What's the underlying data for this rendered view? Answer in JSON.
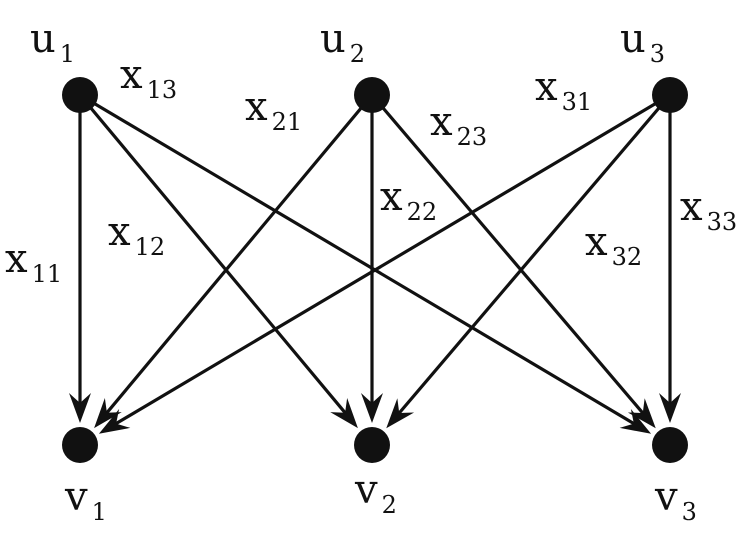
{
  "nodes": {
    "u1": {
      "name": "u",
      "sub": "1"
    },
    "u2": {
      "name": "u",
      "sub": "2"
    },
    "u3": {
      "name": "u",
      "sub": "3"
    },
    "v1": {
      "name": "v",
      "sub": "1"
    },
    "v2": {
      "name": "v",
      "sub": "2"
    },
    "v3": {
      "name": "v",
      "sub": "3"
    }
  },
  "edges": [
    {
      "from": "u1",
      "to": "v1",
      "label": "x",
      "sub": "11"
    },
    {
      "from": "u1",
      "to": "v2",
      "label": "x",
      "sub": "12"
    },
    {
      "from": "u1",
      "to": "v3",
      "label": "x",
      "sub": "13"
    },
    {
      "from": "u2",
      "to": "v1",
      "label": "x",
      "sub": "21"
    },
    {
      "from": "u2",
      "to": "v2",
      "label": "x",
      "sub": "22"
    },
    {
      "from": "u2",
      "to": "v3",
      "label": "x",
      "sub": "23"
    },
    {
      "from": "u3",
      "to": "v1",
      "label": "x",
      "sub": "31"
    },
    {
      "from": "u3",
      "to": "v2",
      "label": "x",
      "sub": "32"
    },
    {
      "from": "u3",
      "to": "v3",
      "label": "x",
      "sub": "33"
    }
  ],
  "colors": {
    "ink": "#111111",
    "background": "#ffffff"
  }
}
